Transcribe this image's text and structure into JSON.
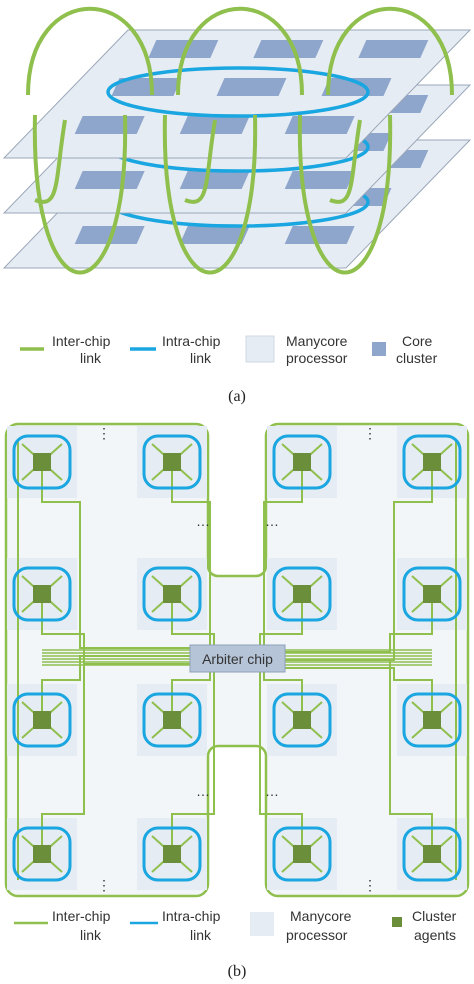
{
  "colors": {
    "inter_chip_link": "#8fbf4d",
    "intra_chip_link": "#1aa6e0",
    "manycore_processor": "#e6ecf3",
    "core_cluster": "#8ea6cc",
    "cluster_agent": "#6b8e3a",
    "arbiter_fill": "#b6c4d8"
  },
  "panel_a": {
    "legend": {
      "inter_line1": "Inter-chip",
      "inter_line2": "link",
      "intra_line1": "Intra-chip",
      "intra_line2": "link",
      "proc_line1": "Manycore",
      "proc_line2": "processor",
      "core_line1": "Core",
      "core_line2": "cluster"
    },
    "caption": "(a)"
  },
  "panel_b": {
    "arbiter": "Arbiter chip",
    "ellipsis": "…",
    "ellipsis_v": "⋮",
    "legend": {
      "inter_line1": "Inter-chip",
      "inter_line2": "link",
      "intra_line1": "Intra-chip",
      "intra_line2": "link",
      "proc_line1": "Manycore",
      "proc_line2": "processor",
      "agent_line1": "Cluster",
      "agent_line2": "agents"
    },
    "caption": "(b)"
  }
}
